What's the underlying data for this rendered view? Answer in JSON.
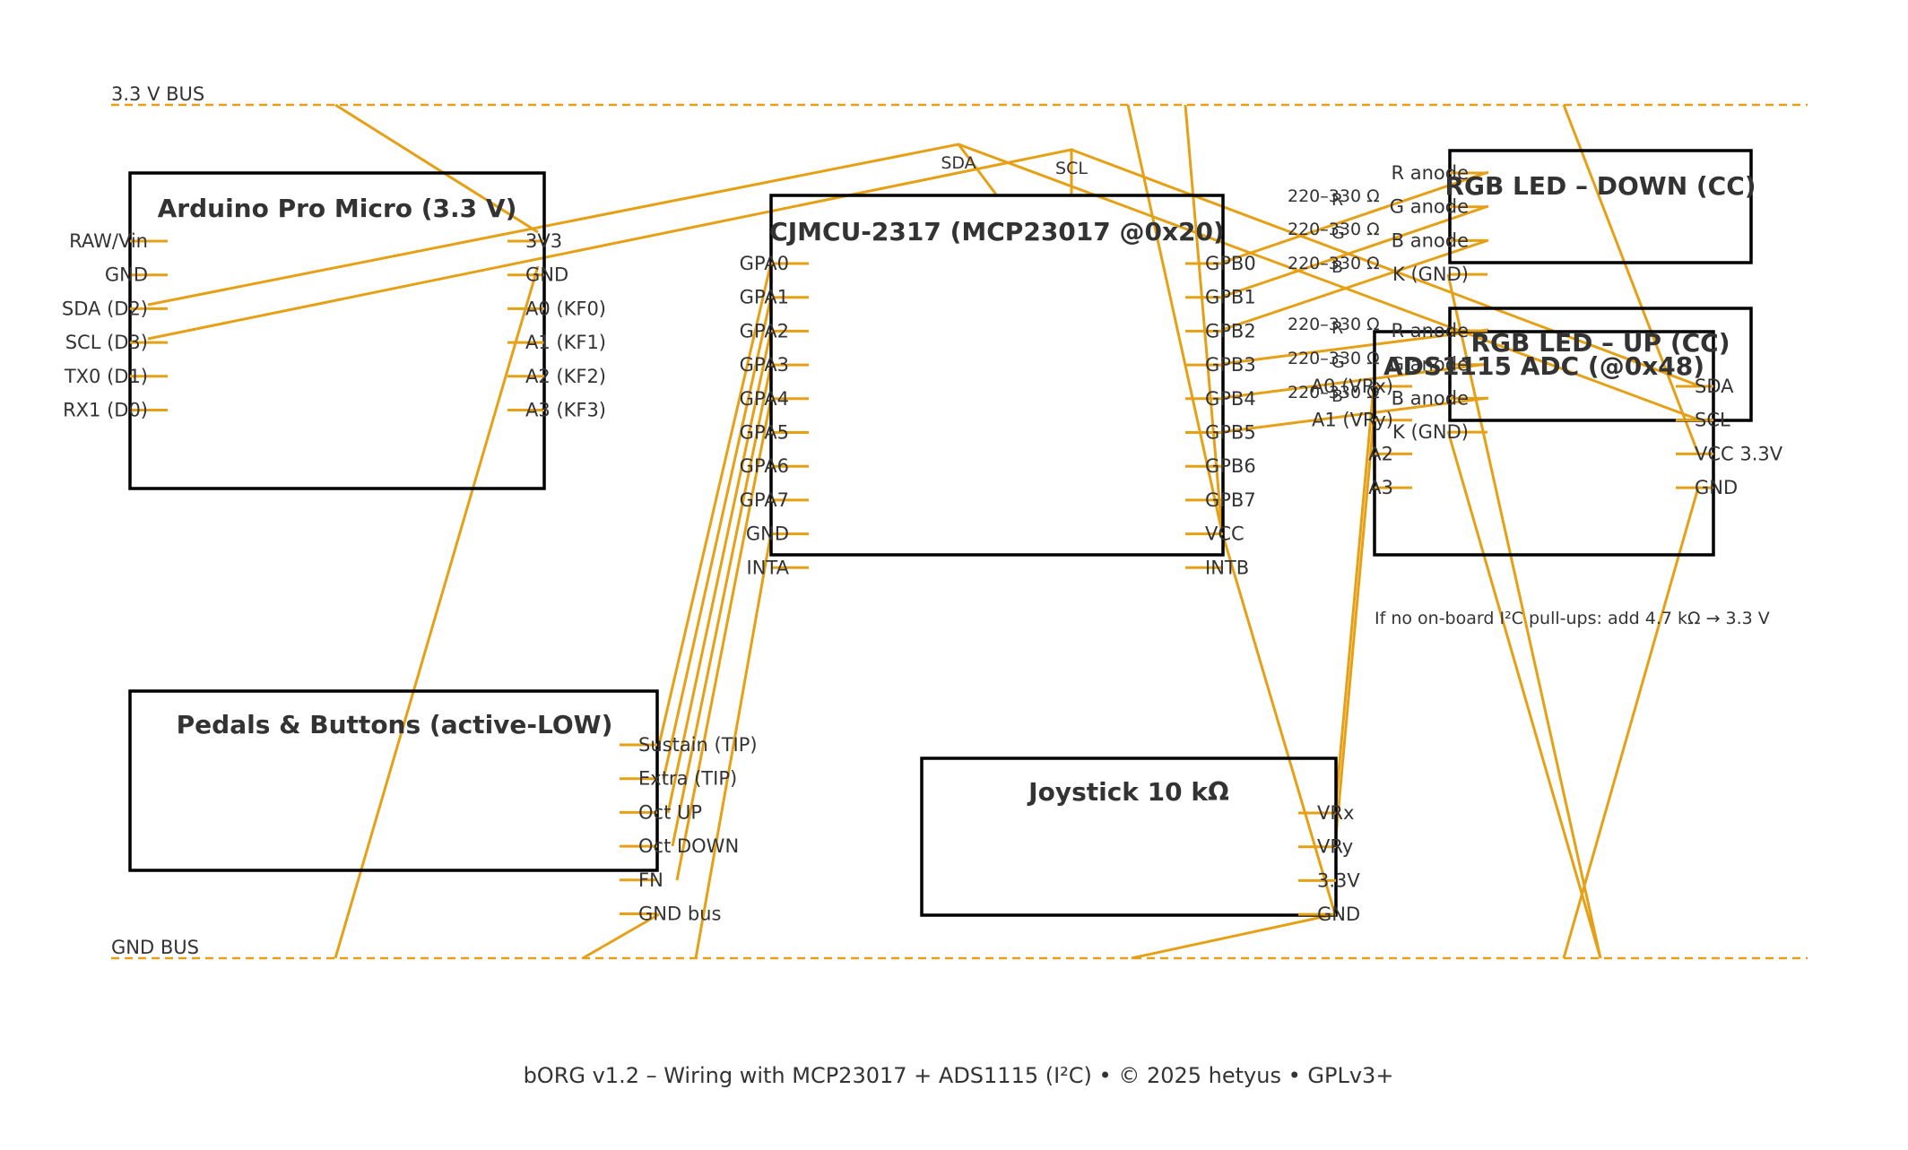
{
  "colors": {
    "wire": "#e6a015",
    "box": "#000000",
    "text": "#333333"
  },
  "buses": {
    "top": "3.3 V BUS",
    "bottom": "GND BUS"
  },
  "arduino": {
    "title": "Arduino Pro Micro (3.3 V)",
    "left_pins": [
      "RAW/Vin",
      "GND",
      "SDA (D2)",
      "SCL (D3)",
      "TX0 (D1)",
      "RX1 (D0)"
    ],
    "right_pins": [
      "3V3",
      "GND",
      "A0 (KF0)",
      "A1 (KF1)",
      "A2 (KF2)",
      "A3 (KF3)"
    ]
  },
  "mcp": {
    "title": "CJMCU-2317 (MCP23017 @0x20)",
    "left_pins": [
      "GPA0",
      "GPA1",
      "GPA2",
      "GPA3",
      "GPA4",
      "GPA5",
      "GPA6",
      "GPA7",
      "GND",
      "INTA"
    ],
    "right_pins": [
      "GPB0",
      "GPB1",
      "GPB2",
      "GPB3",
      "GPB4",
      "GPB5",
      "GPB6",
      "GPB7",
      "VCC",
      "INTB"
    ]
  },
  "i2c": {
    "sda": "SDA",
    "scl": "SCL"
  },
  "resistors": {
    "value": "220–330 Ω",
    "channels": [
      "R",
      "G",
      "B",
      "R",
      "G",
      "B"
    ]
  },
  "led_down": {
    "title": "RGB LED – DOWN (CC)",
    "pins": [
      "R anode",
      "G anode",
      "B anode",
      "K (GND)"
    ]
  },
  "led_up": {
    "title": "RGB LED – UP (CC)",
    "pins": [
      "R anode",
      "G anode",
      "B anode",
      "K (GND)"
    ]
  },
  "ads": {
    "title": "ADS1115 ADC (@0x48)",
    "left_pins": [
      "A0 (VRx)",
      "A1 (VRy)",
      "A2",
      "A3"
    ],
    "right_pins": [
      "SDA",
      "SCL",
      "VCC 3.3V",
      "GND"
    ]
  },
  "pullup_note": "If no on-board I²C pull-ups: add 4.7 kΩ → 3.3 V",
  "pedals": {
    "title": "Pedals & Buttons (active-LOW)",
    "pins": [
      "Sustain (TIP)",
      "Extra (TIP)",
      "Oct UP",
      "Oct DOWN",
      "FN",
      "GND bus"
    ]
  },
  "joystick": {
    "title": "Joystick 10 kΩ",
    "pins": [
      "VRx",
      "VRy",
      "3.3V",
      "GND"
    ]
  },
  "footer": "bORG v1.2 – Wiring with MCP23017 + ADS1115 (I²C) • © 2025 hetyus • GPLv3+"
}
